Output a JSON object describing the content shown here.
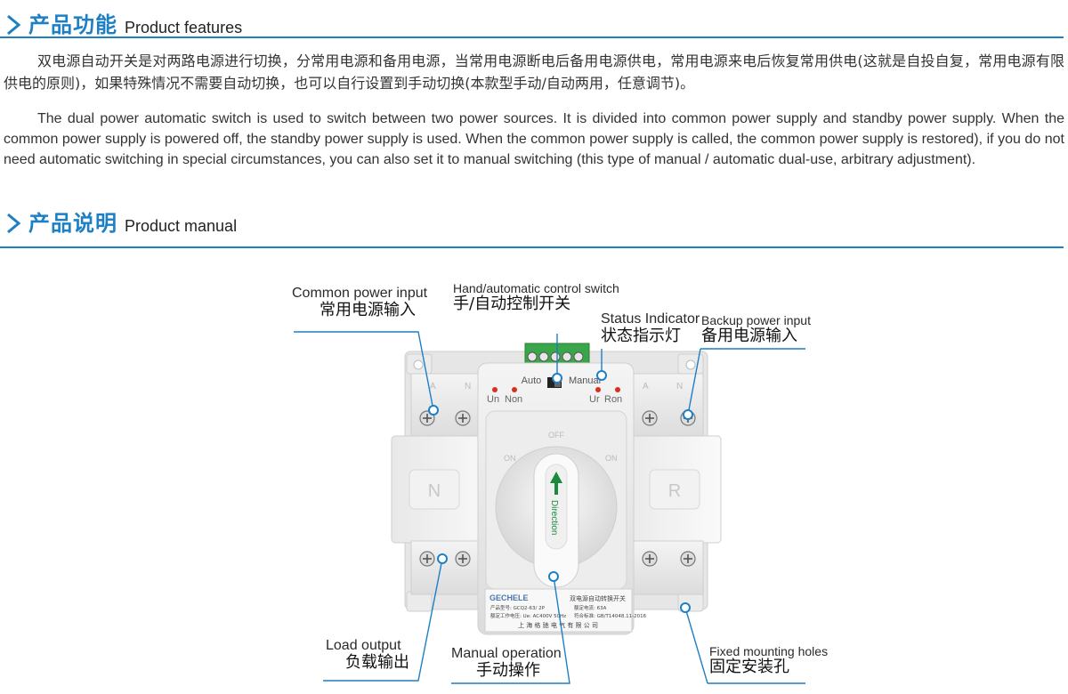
{
  "features": {
    "title_cn": "产品功能",
    "title_en": "Product features",
    "text_cn": "双电源自动开关是对两路电源进行切换，分常用电源和备用电源，当常用电源断电后备用电源供电，常用电源来电后恢复常用供电(这就是自投自复，常用电源有限供电的原则)，如果特殊情况不需要自动切换，也可以自行设置到手动切换(本款型手动/自动两用，任意调节)。",
    "text_en": "The dual power automatic switch is used to switch between two power sources. It is divided into common power supply and standby power supply. When the common power supply is powered off, the standby power supply is used. When the common power supply is called, the common power supply is restored), if you do not need automatic switching in special circumstances, you can also set it to manual switching (this type of manual / automatic dual-use, arbitrary adjustment)."
  },
  "manual": {
    "title_cn": "产品说明",
    "title_en": "Product manual"
  },
  "callouts": {
    "common_input": {
      "en": "Common power input",
      "cn": "常用电源输入"
    },
    "hand_auto": {
      "en": "Hand/automatic control switch",
      "cn": "手/自动控制开关"
    },
    "status": {
      "en": "Status Indicator",
      "cn": "状态指示灯"
    },
    "backup_input": {
      "en": "Backup power input",
      "cn": "备用电源输入"
    },
    "load_output": {
      "en": "Load output",
      "cn": "负载输出"
    },
    "manual_op": {
      "en": "Manual operation",
      "cn": "手动操作"
    },
    "mount_holes": {
      "en": "Fixed mounting holes",
      "cn": "固定安装孔"
    }
  },
  "device": {
    "auto": "Auto",
    "manual": "Manual",
    "un": "Un",
    "non": "Non",
    "ur": "Ur",
    "ron": "Ron",
    "off": "OFF",
    "n_on": "ON",
    "r_on": "ON",
    "n_face": "N",
    "r_face": "R",
    "n_terminal": "N",
    "a_terminal": "A",
    "direction": "Direction",
    "brand": "GECHELE",
    "plate_title": "双电源自动转换开关",
    "plate_model": "产品型号: GCQ2-63/ 2P",
    "plate_current": "额定电流: 63A",
    "plate_voltage": "额定工作电压: Ue: AC400V 50Hz",
    "plate_standard": "符合标准: GB/T14048.11-2016",
    "plate_maker": "上 海 格 驰 电 气 有 限 公 司"
  },
  "colors": {
    "accent": "#1d7fc4",
    "terminal_green": "#3aa64a",
    "indicator_red": "#d9301e",
    "arrow_green": "#1c8a3c"
  }
}
